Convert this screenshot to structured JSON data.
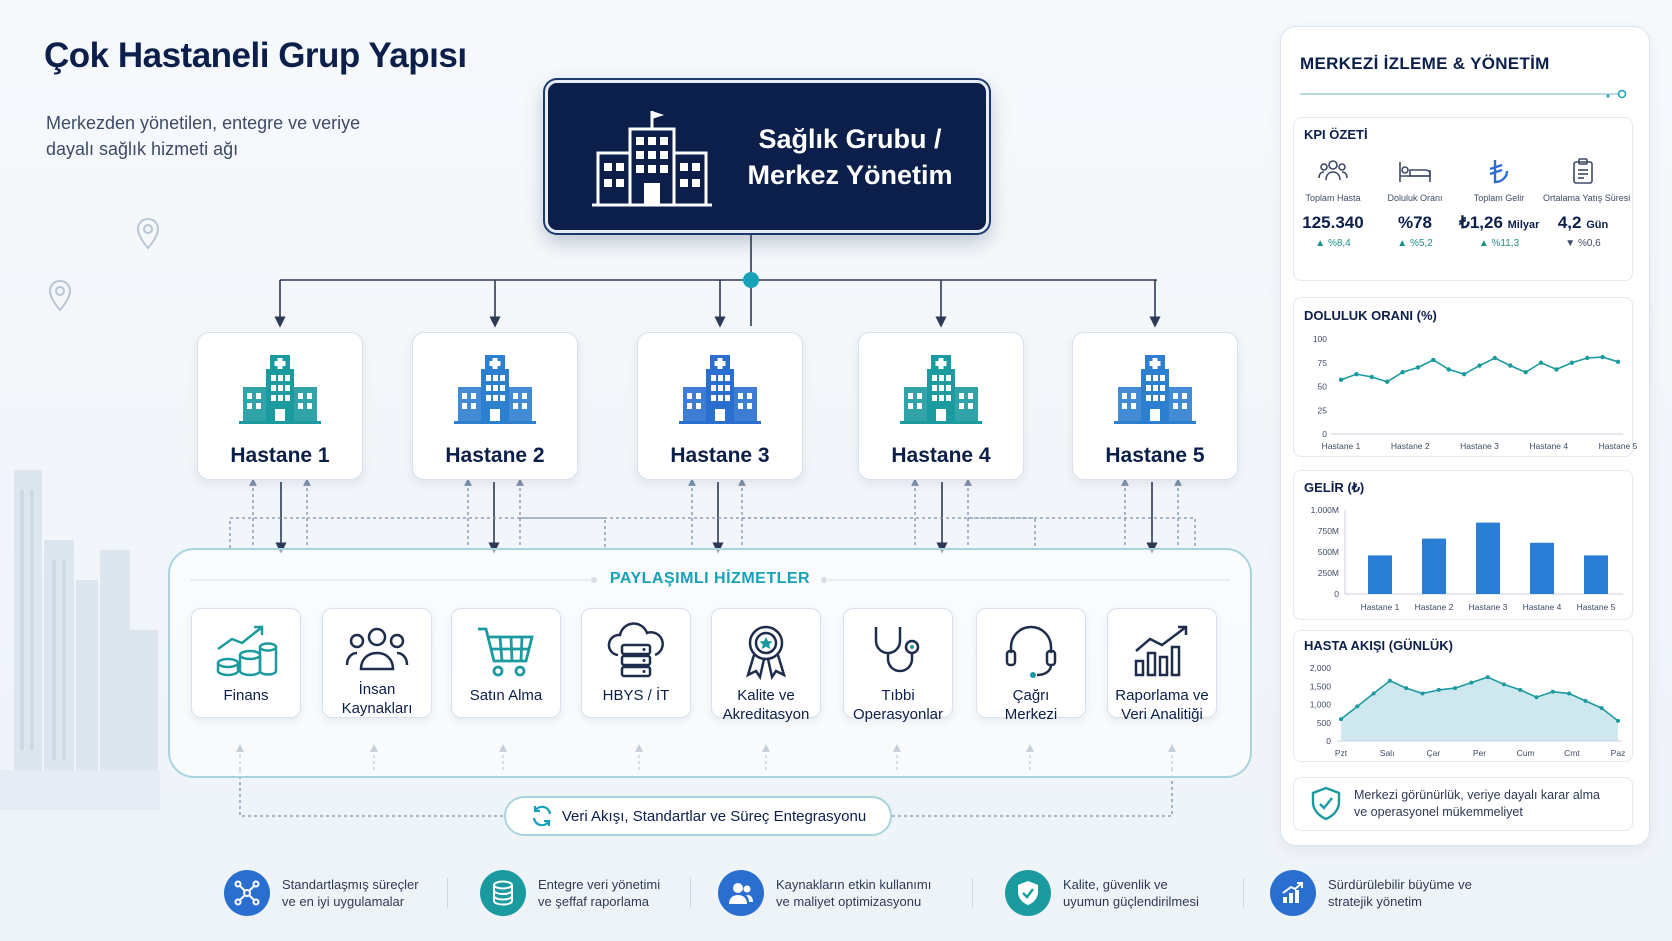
{
  "title": "Çok Hastaneli Grup Yapısı",
  "subtitle": "Merkezden yönetilen, entegre ve veriye dayalı sağlık hizmeti ağı",
  "hq": {
    "label_line1": "Sağlık Grubu /",
    "label_line2": "Merkez Yönetim"
  },
  "hospitals": [
    {
      "label": "Hastane 1",
      "color": "#1b9aa0"
    },
    {
      "label": "Hastane 2",
      "color": "#2d7fd0"
    },
    {
      "label": "Hastane 3",
      "color": "#2a6fd0"
    },
    {
      "label": "Hastane 4",
      "color": "#1b9aa0"
    },
    {
      "label": "Hastane 5",
      "color": "#2d7fd0"
    }
  ],
  "shared_services": {
    "title": "PAYLAŞIMLI HİZMETLER",
    "items": [
      {
        "line1": "Finans",
        "line2": "",
        "icon": "finance-icon"
      },
      {
        "line1": "İnsan",
        "line2": "Kaynakları",
        "icon": "people-icon"
      },
      {
        "line1": "Satın Alma",
        "line2": "",
        "icon": "cart-icon"
      },
      {
        "line1": "HBYS / İT",
        "line2": "",
        "icon": "cloud-server-icon"
      },
      {
        "line1": "Kalite ve",
        "line2": "Akreditasyon",
        "icon": "award-icon"
      },
      {
        "line1": "Tıbbi",
        "line2": "Operasyonlar",
        "icon": "stethoscope-icon"
      },
      {
        "line1": "Çağrı",
        "line2": "Merkezi",
        "icon": "headset-icon"
      },
      {
        "line1": "Raporlama ve",
        "line2": "Veri Analitiği",
        "icon": "analytics-icon"
      }
    ]
  },
  "flow_label": "Veri Akışı, Standartlar ve Süreç Entegrasyonu",
  "benefits": [
    {
      "line1": "Standartlaşmış süreçler",
      "line2": "ve en iyi uygulamalar",
      "icon": "network-icon",
      "color": "#2a6fd0"
    },
    {
      "line1": "Entegre veri yönetimi",
      "line2": "ve şeffaf raporlama",
      "icon": "database-icon",
      "color": "#1b9aa0"
    },
    {
      "line1": "Kaynakların etkin kullanımı",
      "line2": "ve maliyet optimizasyonu",
      "icon": "users-icon",
      "color": "#2a6fd0"
    },
    {
      "line1": "Kalite, güvenlik ve",
      "line2": "uyumun güçlendirilmesi",
      "icon": "shield-check-icon",
      "color": "#1b9aa0"
    },
    {
      "line1": "Sürdürülebilir büyüme ve",
      "line2": "stratejik yönetim",
      "icon": "growth-icon",
      "color": "#2a6fd0"
    }
  ],
  "panel": {
    "title": "MERKEZİ İZLEME & YÖNETİM",
    "kpi_title": "KPI ÖZETİ",
    "kpis": [
      {
        "label": "Toplam Hasta",
        "value": "125.340",
        "unit": "",
        "delta": "▲ %8,4",
        "icon": "patients-icon"
      },
      {
        "label": "Doluluk Oranı",
        "value": "%78",
        "unit": "",
        "delta": "▲ %5,2",
        "icon": "bed-icon"
      },
      {
        "label": "Toplam Gelir",
        "value": "₺1,26",
        "unit": "Milyar",
        "delta": "▲ %11,3",
        "icon": "lira-icon"
      },
      {
        "label": "Ortalama Yatış Süresi",
        "value": "4,2",
        "unit": "Gün",
        "delta": "▼ %0,6",
        "icon": "clipboard-icon"
      }
    ],
    "footer": {
      "line1": "Merkezi görünürlük, veriye dayalı karar alma",
      "line2": "ve operasyonel mükemmeliyet"
    }
  },
  "chart_data": [
    {
      "type": "line",
      "title": "DOLULUK ORANI (%)",
      "x": [
        0,
        1,
        2,
        3,
        4,
        5,
        6,
        7,
        8,
        9,
        10,
        11,
        12,
        13,
        14,
        15,
        16,
        17,
        18
      ],
      "values": [
        57,
        63,
        60,
        55,
        65,
        70,
        78,
        68,
        63,
        72,
        80,
        72,
        65,
        75,
        68,
        75,
        80,
        81,
        76
      ],
      "category_labels": [
        {
          "label": "Hastane 1",
          "x": 0
        },
        {
          "label": "Hastane 2",
          "x": 4.5
        },
        {
          "label": "Hastane 3",
          "x": 9
        },
        {
          "label": "Hastane 4",
          "x": 13.5
        },
        {
          "label": "Hastane 5",
          "x": 18
        }
      ],
      "ylim": [
        0,
        100
      ],
      "yticks": [
        "0",
        "25",
        "50",
        "75",
        "100"
      ],
      "grid": false,
      "color": "#1b9aa0"
    },
    {
      "type": "bar",
      "title": "GELİR (₺)",
      "categories": [
        "Hastane 1",
        "Hastane 2",
        "Hastane 3",
        "Hastane 4",
        "Hastane 5"
      ],
      "values": [
        460,
        660,
        850,
        610,
        460
      ],
      "unit": "M",
      "ylim": [
        0,
        1000
      ],
      "yticks": [
        "0",
        "250M",
        "500M",
        "750M",
        "1.000M"
      ],
      "color": "#2a7fd4"
    },
    {
      "type": "area",
      "title": "HASTA AKIŞI (GÜNLÜK)",
      "x": [
        0,
        1,
        2,
        3,
        4,
        5,
        6,
        7,
        8,
        9,
        10,
        11,
        12,
        13,
        14,
        15,
        16,
        17
      ],
      "values": [
        600,
        950,
        1300,
        1650,
        1450,
        1300,
        1400,
        1450,
        1600,
        1750,
        1550,
        1400,
        1200,
        1350,
        1300,
        1100,
        900,
        550
      ],
      "category_labels": [
        {
          "label": "Pzt",
          "x": 0
        },
        {
          "label": "Salı",
          "x": 2.83
        },
        {
          "label": "Çar",
          "x": 5.67
        },
        {
          "label": "Per",
          "x": 8.5
        },
        {
          "label": "Cum",
          "x": 11.33
        },
        {
          "label": "Cmt",
          "x": 14.17
        },
        {
          "label": "Paz",
          "x": 17
        }
      ],
      "ylim": [
        0,
        2000
      ],
      "yticks": [
        "0",
        "500",
        "1,000",
        "1,500",
        "2,000"
      ],
      "color": "#1b9aa0"
    }
  ]
}
